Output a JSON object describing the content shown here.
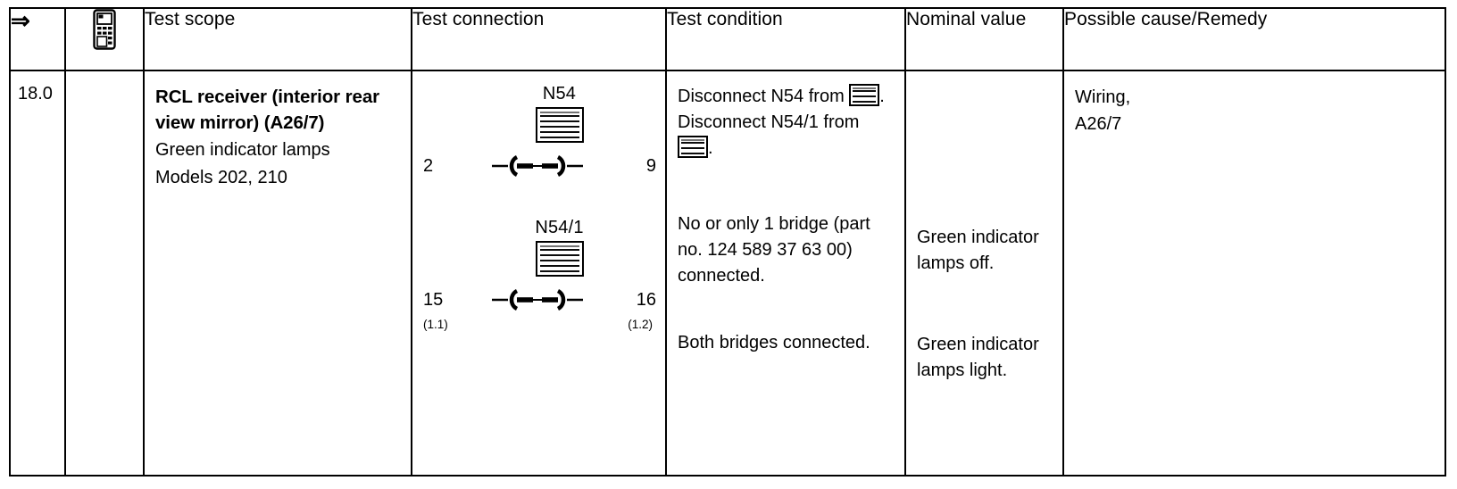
{
  "document": {
    "type": "service-manual-test-table",
    "title": "Test table row 18.0 - RCL receiver"
  },
  "table": {
    "headers": {
      "step": "⇒",
      "tool_icon": "handheld-tester-icon",
      "test_scope": "Test scope",
      "test_connection": "Test connection",
      "test_condition": "Test condition",
      "nominal_value": "Nominal value",
      "possible_cause": "Possible cause/Remedy"
    },
    "row": {
      "step": "18.0",
      "tool": "",
      "scope": {
        "title_line_1": "RCL receiver (interior rear",
        "title_line_2": "view mirror) (A26/7)",
        "sub_line_1": "Green indicator lamps",
        "sub_line_2": "Models 202, 210"
      },
      "connection": {
        "groups": [
          {
            "label": "N54",
            "connector_icon": "connector-plug-icon",
            "terminal_left": "2",
            "terminal_right": "9",
            "bridge_icon": "bridge-jumper-icon",
            "sub_left": "",
            "sub_right": ""
          },
          {
            "label": "N54/1",
            "connector_icon": "connector-plug-icon",
            "terminal_left": "15",
            "terminal_right": "16",
            "bridge_icon": "bridge-jumper-icon",
            "sub_left": "(1.1)",
            "sub_right": "(1.2)"
          }
        ]
      },
      "condition": {
        "block_1": {
          "line_1_pre": "Disconnect N54 from ",
          "line_1_icon": "connector-plug-icon",
          "line_1_post": ".",
          "line_2": "Disconnect N54/1 from",
          "line_3_icon": "connector-plug-icon",
          "line_3_post": "."
        },
        "block_2": {
          "line_1": "No or only 1 bridge (part",
          "line_2": "no. 124 589 37 63 00)",
          "line_3": "connected."
        },
        "block_3": {
          "line_1": "Both bridges connected."
        }
      },
      "nominal": {
        "block_1": {
          "line_1": "Green indicator",
          "line_2": "lamps off."
        },
        "block_2": {
          "line_1": "Green indicator",
          "line_2": "lamps light."
        }
      },
      "cause": {
        "line_1": "Wiring,",
        "line_2": "A26/7"
      }
    }
  },
  "colors": {
    "ink": "#000000",
    "paper": "#ffffff"
  }
}
